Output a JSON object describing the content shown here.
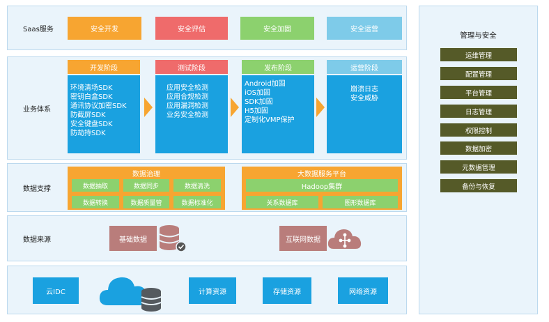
{
  "rows": {
    "saas": "Saas服务",
    "business": "业务体系",
    "data_support": "数据支撑",
    "data_source": "数据来源"
  },
  "saas": {
    "items": [
      "安全开发",
      "安全评估",
      "安全加固",
      "安全运营"
    ],
    "colors": [
      "#f7a531",
      "#ef6b6b",
      "#8cd16e",
      "#7ecbe9"
    ]
  },
  "stages": [
    {
      "title": "开发阶段",
      "items": [
        "环境清场SDK",
        "密钥白盒SDK",
        "通讯协议加密SDK",
        "防截屏SDK",
        "安全键盘SDK",
        "防劫持SDK"
      ]
    },
    {
      "title": "测试阶段",
      "items": [
        "应用安全检测",
        "应用合规检测",
        "应用漏洞检测",
        "业务安全检测"
      ]
    },
    {
      "title": "发布阶段",
      "items": [
        "Android加固",
        "iOS加固",
        "SDK加固",
        "H5加固",
        "定制化VMP保护"
      ]
    },
    {
      "title": "运营阶段",
      "items": [
        "崩溃日志",
        "安全威胁"
      ]
    }
  ],
  "governance": {
    "title": "数据治理",
    "items": [
      "数据抽取",
      "数据同步",
      "数据清洗",
      "数据转换",
      "数据质量管",
      "数据标准化"
    ]
  },
  "bigdata": {
    "title": "大数据服务平台",
    "cluster": "Hadoop集群",
    "db1": "关系数据库",
    "db2": "图形数据库"
  },
  "sources": {
    "basic": "基础数据",
    "internet": "互联网数据"
  },
  "infra": {
    "cloud": "云IDC",
    "compute": "计算资源",
    "storage": "存储资源",
    "network": "网络资源"
  },
  "management": {
    "title": "管理与安全",
    "items": [
      "运维管理",
      "配置管理",
      "平台管理",
      "日志管理",
      "权限控制",
      "数据加密",
      "元数据管理",
      "备份与恢复"
    ]
  }
}
